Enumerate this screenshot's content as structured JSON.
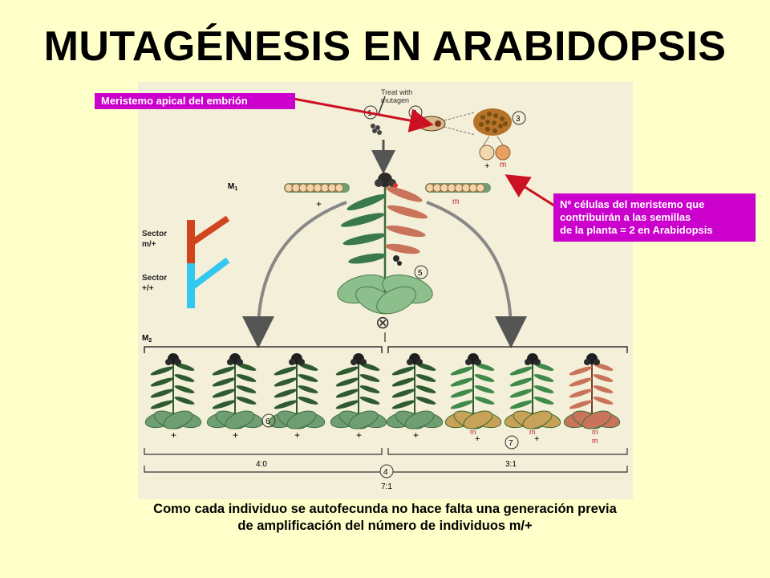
{
  "title": "MUTAGÉNESIS EN ARABIDOPSIS",
  "callouts": {
    "meristem": "Meristemo apical del embrión",
    "cells": [
      "Nº células del meristemo que",
      "contribuirán a las semillas",
      "de la planta = 2 en Arabidopsis"
    ]
  },
  "caption": [
    "Como cada individuo se autofecunda no hace falta una generación previa",
    "de amplificación del número de individuos m/+"
  ],
  "figure": {
    "treat_label": [
      "Treat with",
      "mutagen"
    ],
    "generation_m1": "M",
    "generation_m1_sub": "1",
    "generation_m2": "M",
    "generation_m2_sub": "2",
    "steps": [
      "1",
      "2",
      "3",
      "4",
      "5",
      "6",
      "7"
    ],
    "sector_mut": [
      "Sector",
      "m/+"
    ],
    "sector_wt": [
      "Sector",
      "+/+"
    ],
    "ratio_left": "4:0",
    "ratio_right": "3:1",
    "ratio_total": "7:1",
    "selfing_symbol": "⊗",
    "genotype_plus": "+",
    "genotype_m": "m"
  },
  "colors": {
    "background": "#ffffc9",
    "figure_bg": "#f3efd9",
    "callout": "#cc00cc",
    "arrow": "#cc1122",
    "wild_leaf": "#6e9e72",
    "mutant_leaf": "#c9745a",
    "sector_red": "#d0441e",
    "sector_blue": "#33c8f0"
  }
}
